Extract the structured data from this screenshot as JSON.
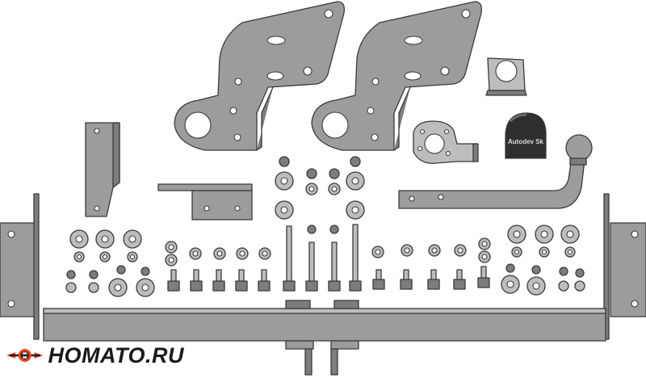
{
  "image": {
    "description_kind": "product-kit-illustration"
  },
  "logo": {
    "text": "HOMATO.RU",
    "colors": {
      "red": "#e8441f",
      "dark": "#1a1a1a"
    }
  },
  "accessory": {
    "ball_cover_label": "Autodev Sk"
  },
  "palette": {
    "metal": "#9c9c9c",
    "metal_light": "#bdbdbd",
    "metal_dark": "#7d7d7d",
    "outline": "#3a3a3a"
  }
}
